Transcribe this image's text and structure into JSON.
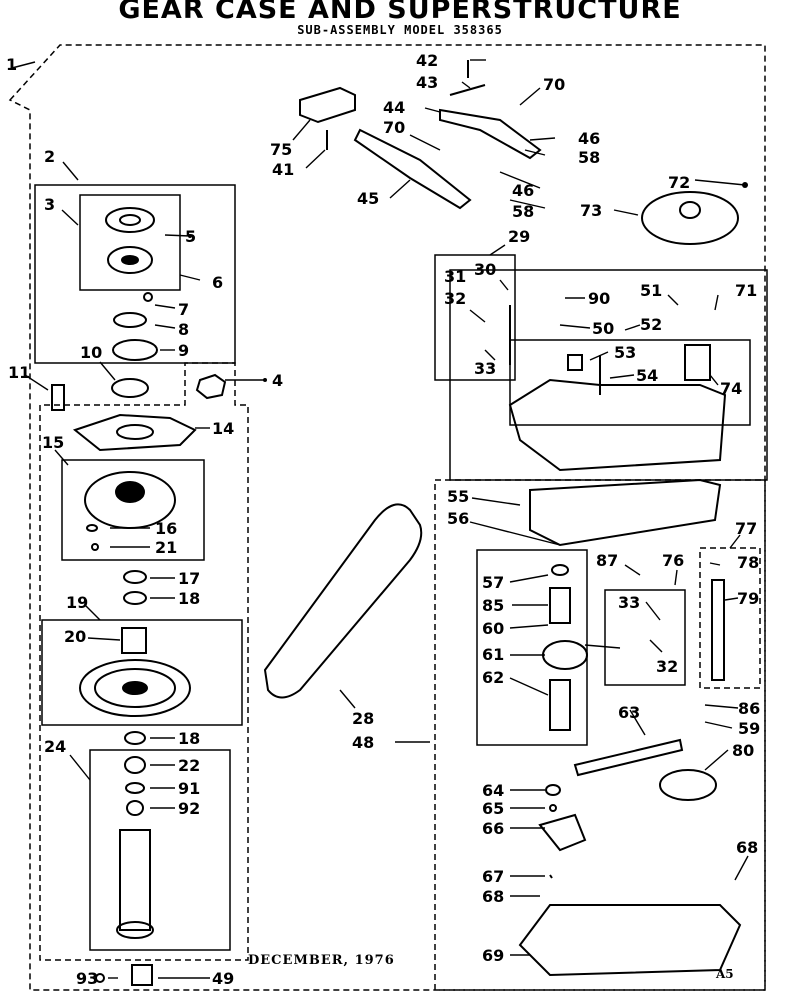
{
  "title": "GEAR CASE AND SUPERSTRUCTURE",
  "subtitle": "SUB-ASSEMBLY MODEL 358365",
  "date": "DECEMBER, 1976",
  "drawing_code": "A5",
  "part_labels": [
    "1",
    "2",
    "3",
    "5",
    "6",
    "7",
    "8",
    "9",
    "10",
    "11",
    "4",
    "14",
    "15",
    "16",
    "21",
    "17",
    "18",
    "19",
    "20",
    "18",
    "24",
    "22",
    "91",
    "92",
    "93",
    "49",
    "42",
    "43",
    "70",
    "44",
    "70",
    "46",
    "58",
    "75",
    "41",
    "46",
    "45",
    "58",
    "72",
    "73",
    "29",
    "30",
    "31",
    "32",
    "33",
    "90",
    "51",
    "71",
    "50",
    "52",
    "53",
    "54",
    "74",
    "55",
    "56",
    "77",
    "87",
    "76",
    "78",
    "57",
    "85",
    "79",
    "33",
    "60",
    "61",
    "32",
    "62",
    "28",
    "48",
    "63",
    "86",
    "59",
    "80",
    "64",
    "65",
    "66",
    "67",
    "68",
    "68",
    "69"
  ]
}
